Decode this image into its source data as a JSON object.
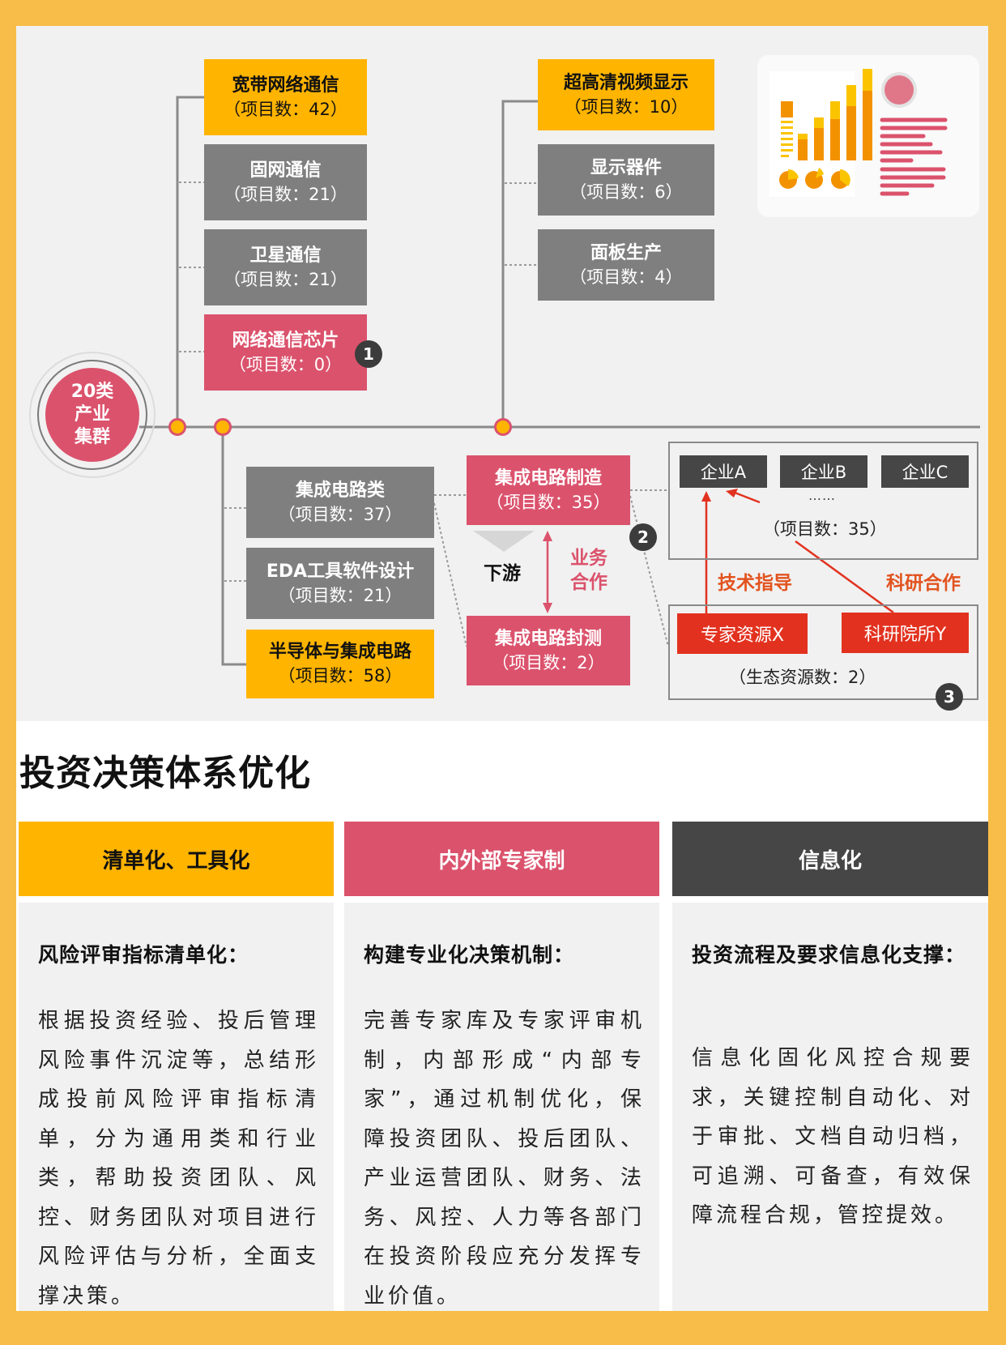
{
  "diagram": {
    "center_node": {
      "lines": [
        "20类",
        "产业",
        "集群"
      ]
    },
    "branch_left": {
      "items": [
        {
          "title": "宽带网络通信",
          "count": "（项目数：42）",
          "style": "yellow"
        },
        {
          "title": "固网通信",
          "count": "（项目数：21）",
          "style": "gray"
        },
        {
          "title": "卫星通信",
          "count": "（项目数：21）",
          "style": "gray"
        },
        {
          "title": "网络通信芯片",
          "count": "（项目数：0）",
          "style": "pink",
          "badge": "1"
        }
      ]
    },
    "branch_right": {
      "items": [
        {
          "title": "超高清视频显示",
          "count": "（项目数：10）",
          "style": "yellow"
        },
        {
          "title": "显示器件",
          "count": "（项目数：6）",
          "style": "gray"
        },
        {
          "title": "面板生产",
          "count": "（项目数：4）",
          "style": "gray"
        }
      ]
    },
    "branch_bottom": {
      "items": [
        {
          "title": "集成电路类",
          "count": "（项目数：37）",
          "style": "gray"
        },
        {
          "title": "EDA工具软件设计",
          "count": "（项目数：21）",
          "style": "gray"
        },
        {
          "title": "半导体与集成电路",
          "count": "（项目数：58）",
          "style": "yellow"
        }
      ]
    },
    "chain": {
      "upstream": {
        "title": "集成电路制造",
        "count": "（项目数：35）"
      },
      "downstream": {
        "title": "集成电路封测",
        "count": "（项目数：2）"
      },
      "downstream_label": "下游",
      "relation_label_line1": "业务",
      "relation_label_line2": "合作",
      "badge": "2"
    },
    "enterprises": {
      "items": [
        "企业A",
        "企业B",
        "企业C"
      ],
      "ellipsis": "……",
      "count": "（项目数：35）"
    },
    "links": {
      "tech_guidance": "技术指导",
      "research_coop": "科研合作"
    },
    "ecosystem": {
      "items": [
        "专家资源X",
        "科研院所Y"
      ],
      "count": "（生态资源数：2）",
      "badge": "3"
    },
    "colors": {
      "yellow": "#ffb400",
      "pink": "#db526c",
      "gray": "#7f7f7f",
      "dark": "#464646",
      "red": "#e2321f",
      "frame_bg": "#f8bd48"
    }
  },
  "section": {
    "title": "投资决策体系优化",
    "columns": [
      {
        "header": "清单化、工具化",
        "subtitle": "风险评审指标清单化：",
        "body": "根据投资经验、投后管理风险事件沉淀等，总结形成投前风险评审指标清单，分为通用类和行业类，帮助投资团队、风控、财务团队对项目进行风险评估与分析，全面支撑决策。"
      },
      {
        "header": "内外部专家制",
        "subtitle": "构建专业化决策机制：",
        "body": "完善专家库及专家评审机制，内部形成“内部专家”，通过机制优化，保障投资团队、投后团队、产业运营团队、财务、法务、风控、人力等各部门在投资阶段应充分发挥专业价值。"
      },
      {
        "header": "信息化",
        "subtitle": "投资流程及要求信息化支撑：",
        "body": "信息化固化风控合规要求，关键控制自动化、对于审批、文档自动归档，可追溯、可备查，有效保障流程合规，管控提效。"
      }
    ]
  }
}
